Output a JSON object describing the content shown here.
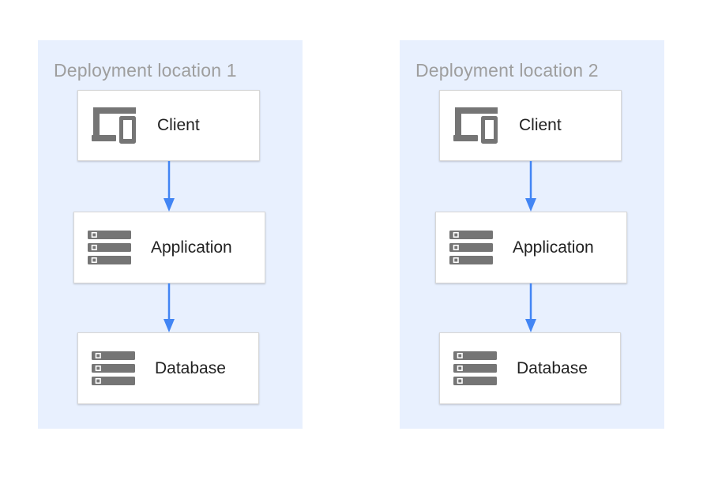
{
  "diagram": {
    "type": "architecture-diagram",
    "panels": [
      {
        "title": "Deployment location 1",
        "nodes": [
          {
            "label": "Client",
            "icon": "client-devices-icon"
          },
          {
            "label": "Application",
            "icon": "server-stack-icon"
          },
          {
            "label": "Database",
            "icon": "server-stack-icon"
          }
        ],
        "connections": [
          {
            "from": "Client",
            "to": "Application",
            "style": "arrow-down"
          },
          {
            "from": "Application",
            "to": "Database",
            "style": "arrow-down"
          }
        ]
      },
      {
        "title": "Deployment location 2",
        "nodes": [
          {
            "label": "Client",
            "icon": "client-devices-icon"
          },
          {
            "label": "Application",
            "icon": "server-stack-icon"
          },
          {
            "label": "Database",
            "icon": "server-stack-icon"
          }
        ],
        "connections": [
          {
            "from": "Client",
            "to": "Application",
            "style": "arrow-down"
          },
          {
            "from": "Application",
            "to": "Database",
            "style": "arrow-down"
          }
        ]
      }
    ],
    "colors": {
      "page_background": "#ffffff",
      "panel_background": "#e8f0fe",
      "box_background": "#ffffff",
      "box_border": "#d7d7d7",
      "icon_gray": "#757575",
      "title_gray": "#9e9e9e",
      "label_text": "#212121",
      "arrow_blue": "#4285f4"
    }
  }
}
